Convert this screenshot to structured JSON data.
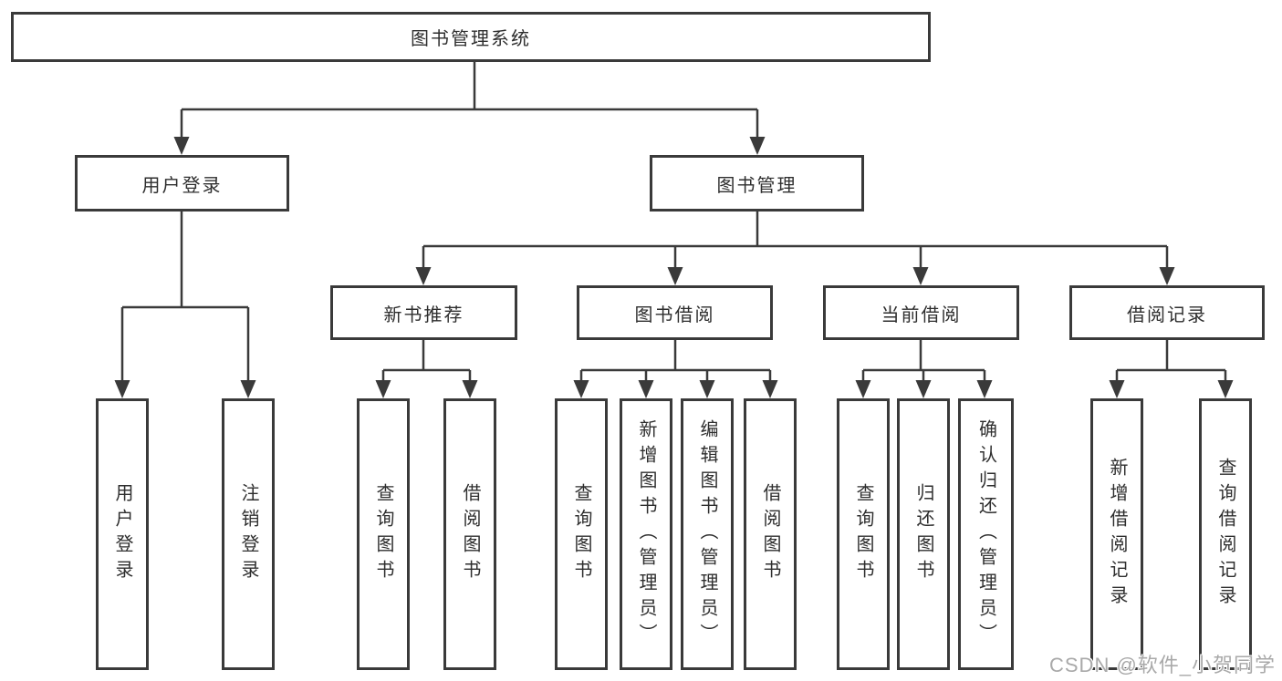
{
  "diagram": {
    "title": "图书管理系统",
    "nodes": {
      "root": "图书管理系统",
      "level2": [
        "用户登录",
        "图书管理"
      ],
      "level3": [
        "新书推荐",
        "图书借阅",
        "当前借阅",
        "借阅记录"
      ],
      "leaves": {
        "user_login": [
          "用户登录",
          "注销登录"
        ],
        "new_books": [
          "查询图书",
          "借阅图书"
        ],
        "book_borrow": [
          "查询图书",
          "新增图书（管理员）",
          "编辑图书（管理员）",
          "借阅图书"
        ],
        "current_borrow": [
          "查询图书",
          "归还图书",
          "确认归还（管理员）"
        ],
        "borrow_records": [
          "新增借阅记录",
          "查询借阅记录"
        ]
      }
    },
    "colors": {
      "line": "#3a3a3a",
      "text": "#2e2e2e",
      "background": "#ffffff",
      "watermark": "#a9a9a9"
    }
  },
  "watermark": {
    "text": "CSDN @软件_小贺同学"
  }
}
